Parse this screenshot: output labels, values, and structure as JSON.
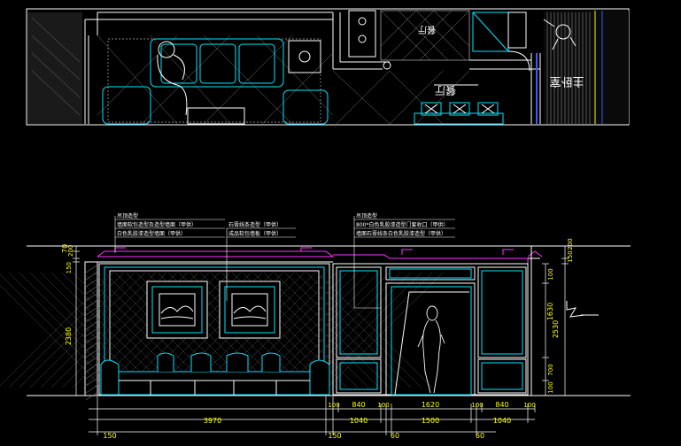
{
  "plan": {
    "room_labels": [
      "客厅",
      "餐厅",
      "主卧室"
    ],
    "room_label_styles": [
      "mirrored",
      "mirrored",
      "mirrored"
    ]
  },
  "elevation": {
    "notes_left": [
      "吊顶造型",
      "墙面软包造型及造型墙面（甲供）",
      "白色乳胶漆造型墙面（甲供）"
    ],
    "notes_mid": [
      "石膏线条造型（甲供）",
      "成品软包墙板（甲供）"
    ],
    "notes_right": [
      "吊顶造型",
      "800*白色乳胶漆造型门套收口（甲供）",
      "墙面石膏线条白色乳胶漆造型（甲供）"
    ],
    "left_dims": [
      "70",
      "150",
      "200",
      "2380"
    ],
    "right_dims": [
      "100",
      "1630",
      "700",
      "100",
      "2530",
      "200",
      "150"
    ],
    "bottom_row1": [
      "100",
      "840",
      "100",
      "1620",
      "100",
      "840",
      "100"
    ],
    "bottom_total_left": "3970",
    "bottom_row2": [
      "1040",
      "1500",
      "1040"
    ],
    "bottom_row3": [
      "150",
      "150",
      "60",
      "60"
    ]
  },
  "colors": {
    "background": "#000000",
    "line_white": "#ffffff",
    "line_cyan": "#00e5ff",
    "line_magenta": "#ff33ff",
    "line_yellow": "#ffff00",
    "line_blue": "#3a5bff",
    "line_gray": "#8a8a8a"
  }
}
